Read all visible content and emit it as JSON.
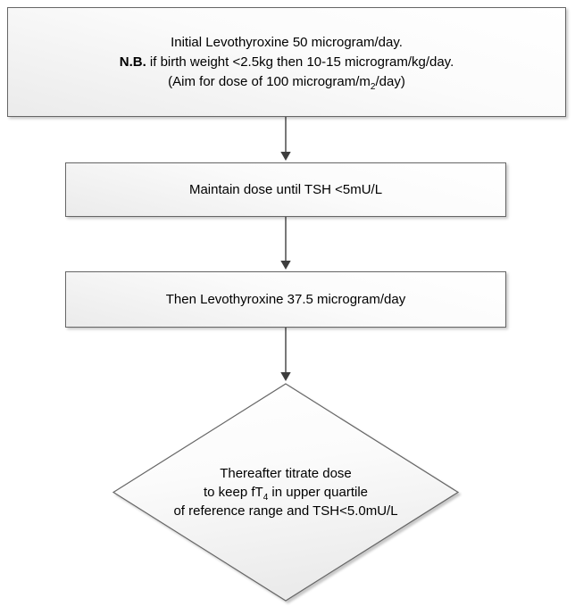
{
  "colors": {
    "background": "#ffffff",
    "shape_border": "#666666",
    "shape_fill_top": "#ffffff",
    "shape_fill_bottom": "#ebebeb",
    "arrow": "#4a4a4a",
    "text": "#000000"
  },
  "flowchart": {
    "step1": {
      "line1": "Initial Levothyroxine 50 microgram/day.",
      "line2_bold": "N.B.",
      "line2_rest": " if birth weight <2.5kg then 10-15 microgram/kg/day.",
      "line3_before_sub": "(Aim for dose of 100 microgram/m",
      "line3_sub": "2",
      "line3_after_sub": "/day)"
    },
    "step2": {
      "text": "Maintain dose until TSH <5mU/L"
    },
    "step3": {
      "text": "Then Levothyroxine 37.5 microgram/day"
    },
    "decision": {
      "line1": "Thereafter titrate dose",
      "line2_before_sub": "to keep fT",
      "line2_sub": "4",
      "line2_after_sub": " in upper quartile",
      "line3": "of reference range and TSH<5.0mU/L"
    }
  }
}
